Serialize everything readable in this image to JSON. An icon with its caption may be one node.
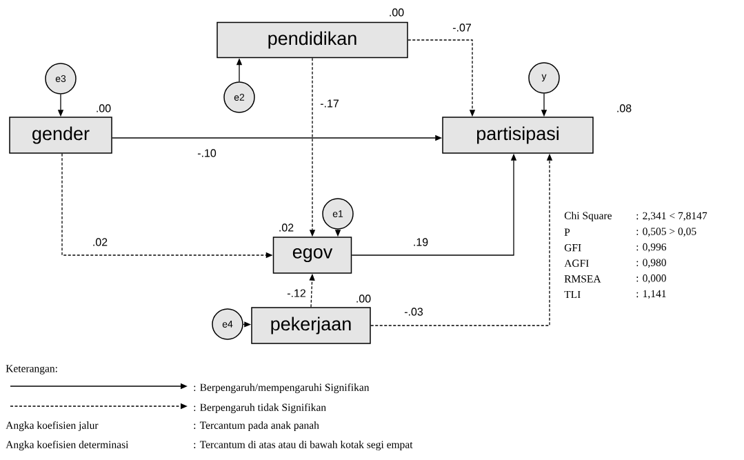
{
  "diagram": {
    "nodes": [
      {
        "text": [
          "pendidikan"
        ],
        "beside": [
          ".00"
        ]
      },
      {
        "text": [
          "e2"
        ]
      },
      {
        "text": [
          "e3"
        ]
      },
      {
        "text": [
          "gender"
        ],
        "beside": [
          ".00"
        ]
      },
      {
        "text": [
          "y"
        ]
      },
      {
        "text": [
          "partisipasi"
        ],
        "beside": [
          ".08"
        ]
      },
      {
        "text": [
          "e1"
        ]
      },
      {
        "text": [
          "egov"
        ],
        "beside": [
          ".02"
        ]
      },
      {
        "text": [
          "e4"
        ]
      },
      {
        "text": [
          "pekerjaan"
        ],
        "beside": [
          ".00"
        ]
      }
    ],
    "edges": [
      {
        "from": 1,
        "to": 0,
        "arrow": "to"
      },
      {
        "from": 2,
        "to": 3,
        "arrow": "to"
      },
      {
        "from": 4,
        "to": 5,
        "arrow": "to"
      },
      {
        "from": 6,
        "to": 7,
        "arrow": "to"
      },
      {
        "from": 8,
        "to": 9,
        "arrow": "to"
      },
      {
        "from": 0,
        "to": 5,
        "arrow": "to",
        "label": "-.07",
        "style": "dashed"
      },
      {
        "from": 0,
        "to": 7,
        "arrow": "to",
        "label": "-.17",
        "style": "dashed"
      },
      {
        "from": 3,
        "to": 5,
        "arrow": "to",
        "label": "-.10"
      },
      {
        "from": 3,
        "to": 7,
        "arrow": "to",
        "label": ".02",
        "style": "dashed"
      },
      {
        "from": 7,
        "to": 5,
        "arrow": "to",
        "label": ".19"
      },
      {
        "from": 9,
        "to": 7,
        "arrow": "to",
        "label": "-.12",
        "style": "dashed"
      },
      {
        "from": 9,
        "to": 5,
        "arrow": "to",
        "label": "-.03",
        "style": "dashed"
      }
    ],
    "labels": [
      "Chi Square",
      ": 2,341 < 7,8147",
      "P",
      ": 0,505 > 0,05",
      "GFI",
      ": 0,996",
      "AGFI",
      ": 0,980",
      "RMSEA",
      ": 0,000",
      "TLI",
      ": 1,141",
      "Keterangan:",
      "Angka koefisien jalur",
      ": Tercantum pada anak panah",
      "Angka koefisien determinasi",
      ": Tercantum di atas atau di bawah kotak segi empat"
    ],
    "legend": [
      {
        "text": ": Berpengaruh/mempengaruhi Signifikan"
      },
      {
        "text": ": Berpengaruh tidak Signifikan"
      }
    ]
  }
}
